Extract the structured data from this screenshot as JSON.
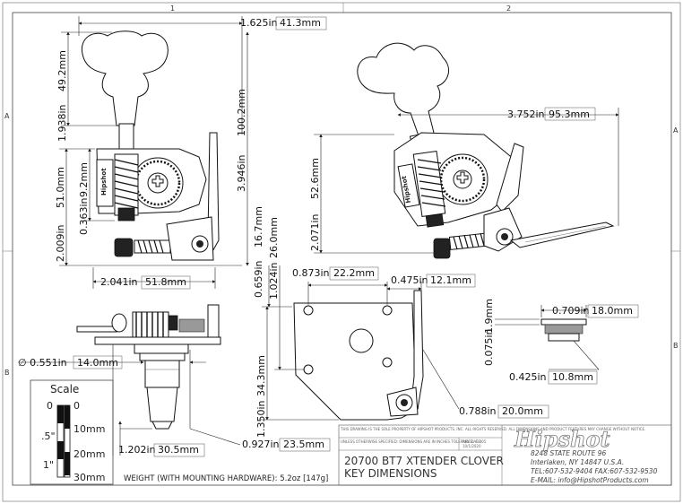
{
  "zone_labels": {
    "top_1": "1",
    "top_2": "2",
    "left_a": "A",
    "left_b": "B",
    "right_a": "A",
    "right_b": "B"
  },
  "dimensions": {
    "width_overall": {
      "in": "1.625in",
      "mm": "41.3mm"
    },
    "button_height": {
      "in": "1.938in",
      "mm": "49.2mm"
    },
    "total_height": {
      "in": "3.946in",
      "mm": "100.2mm"
    },
    "housing_height": {
      "in": "2.009in",
      "mm": "51.0mm"
    },
    "post_offset": {
      "in": "0.363in",
      "mm": "9.2mm"
    },
    "base_width": {
      "in": "2.041in",
      "mm": "51.8mm"
    },
    "iso_length": {
      "in": "3.752in",
      "mm": "95.3mm"
    },
    "iso_height": {
      "in": "2.071in",
      "mm": "52.6mm"
    },
    "hole_offset": {
      "in": "0.659in",
      "mm": "16.7mm"
    },
    "plate_height": {
      "in": "1.024in",
      "mm": "26.0mm"
    },
    "hole_spacing": {
      "in": "0.873in",
      "mm": "22.2mm"
    },
    "lever_offset": {
      "in": "0.475in",
      "mm": "12.1mm"
    },
    "post_diameter": {
      "in": "∅ 0.551in",
      "mm": "14.0mm"
    },
    "plate_total": {
      "in": "1.350in",
      "mm": "34.3mm"
    },
    "lever_width": {
      "in": "0.788in",
      "mm": "20.0mm"
    },
    "post_length": {
      "in": "1.202in",
      "mm": "30.5mm"
    },
    "post_reach": {
      "in": "0.927in",
      "mm": "23.5mm"
    },
    "bushing_diameter": {
      "in": "0.709in",
      "mm": "18.0mm"
    },
    "bushing_flange": {
      "in": "0.075in",
      "mm": "1.9mm"
    },
    "bushing_height": {
      "in": "0.425in",
      "mm": "10.8mm"
    }
  },
  "scale": {
    "title": "Scale",
    "inch_labels": [
      "0",
      ".5\"",
      "1\""
    ],
    "mm_labels": [
      "0",
      "10mm",
      "20mm",
      "30mm"
    ]
  },
  "weight_note": "WEIGHT (WITH MOUNTING HARDWARE): 5.2oz [147g]",
  "title_block": {
    "proprietary_note": "THIS DRAWING IS THE SOLE PROPERTY OF HIPSHOT PRODUCTS, INC. ALL RIGHTS RESERVED. ALL DIMENSIONS AND PRODUCT FEATURES MAY CHANGE WITHOUT NOTICE.",
    "units_note": "UNLESS OTHERWISE SPECIFIED: DIMENSIONS ARE IN INCHES TOLERANCE: ±.005",
    "rev_label": "REV DATE:",
    "rev_date": "10/1/2020",
    "title_line1": "20700 BT7 XTENDER CLOVER",
    "title_line2": "KEY DIMENSIONS",
    "company": "Hipshot",
    "address1": "8248 STATE ROUTE 96",
    "address2": "Interlaken, NY 14847 U.S.A.",
    "phone": "TEL:607-532-9404 FAX:607-532-9530",
    "email": "E-MAIL: info@HipshotProducts.com"
  }
}
